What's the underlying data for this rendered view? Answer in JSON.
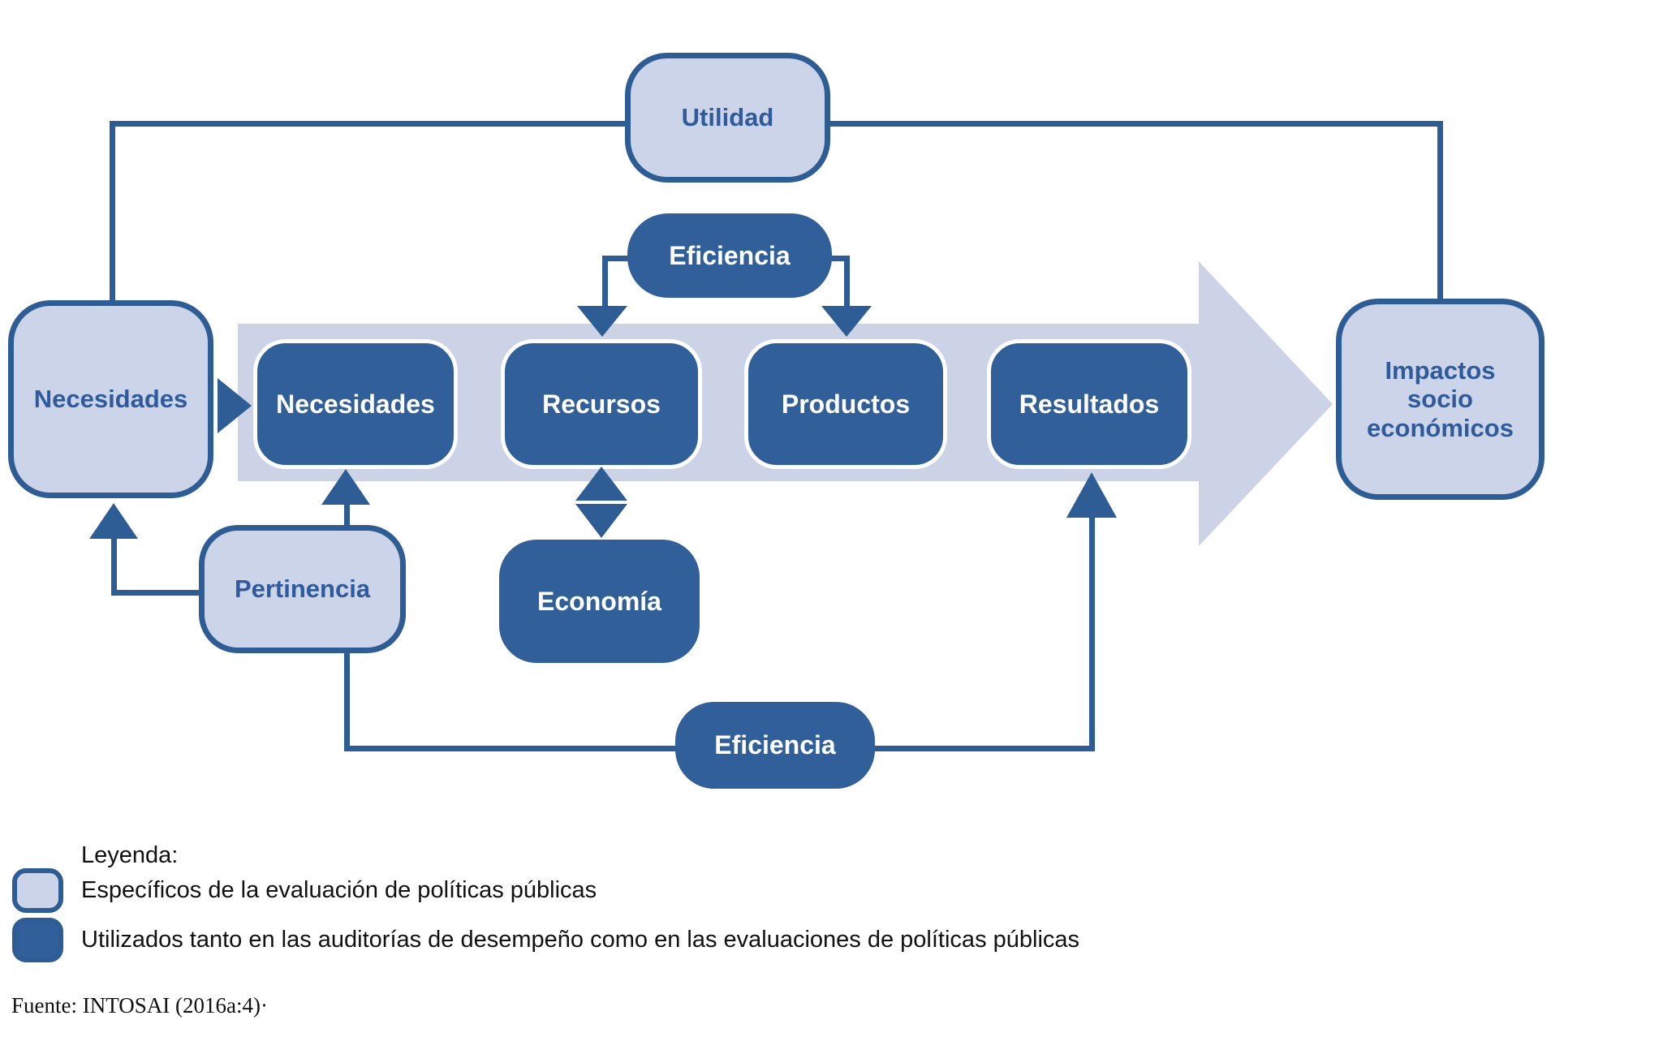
{
  "figure": {
    "nodes": {
      "utilidad": "Utilidad",
      "eficiencia_superior": "Eficiencia",
      "necesidades_izquierda": "Necesidades",
      "impactos": "Impactos socio económicos",
      "pertinencia": "Pertinencia",
      "economia": "Economía",
      "eficiencia_inferior": "Eficiencia"
    },
    "band_boxes": [
      {
        "label": "Necesidades"
      },
      {
        "label": "Recursos"
      },
      {
        "label": "Productos"
      },
      {
        "label": "Resultados"
      }
    ],
    "legend": {
      "title": "Leyenda:",
      "items": [
        {
          "swatch": "light",
          "label": "Específicos de la evaluación de políticas públicas"
        },
        {
          "swatch": "dark",
          "label": "Utilizados tanto en las auditorías de desempeño como en las evaluaciones de políticas públicas"
        }
      ]
    },
    "source": "Fuente: INTOSAI (2016a:4)·",
    "colors": {
      "navy_line": "#2e5c94",
      "dark_fill": "#315f9a",
      "light_fill": "#ccd4e9",
      "band_fill": "#ccd3e6",
      "dark_box_text": "#ffffff",
      "light_box_text": "#2f5a9b",
      "legend_text": "#111111"
    }
  }
}
